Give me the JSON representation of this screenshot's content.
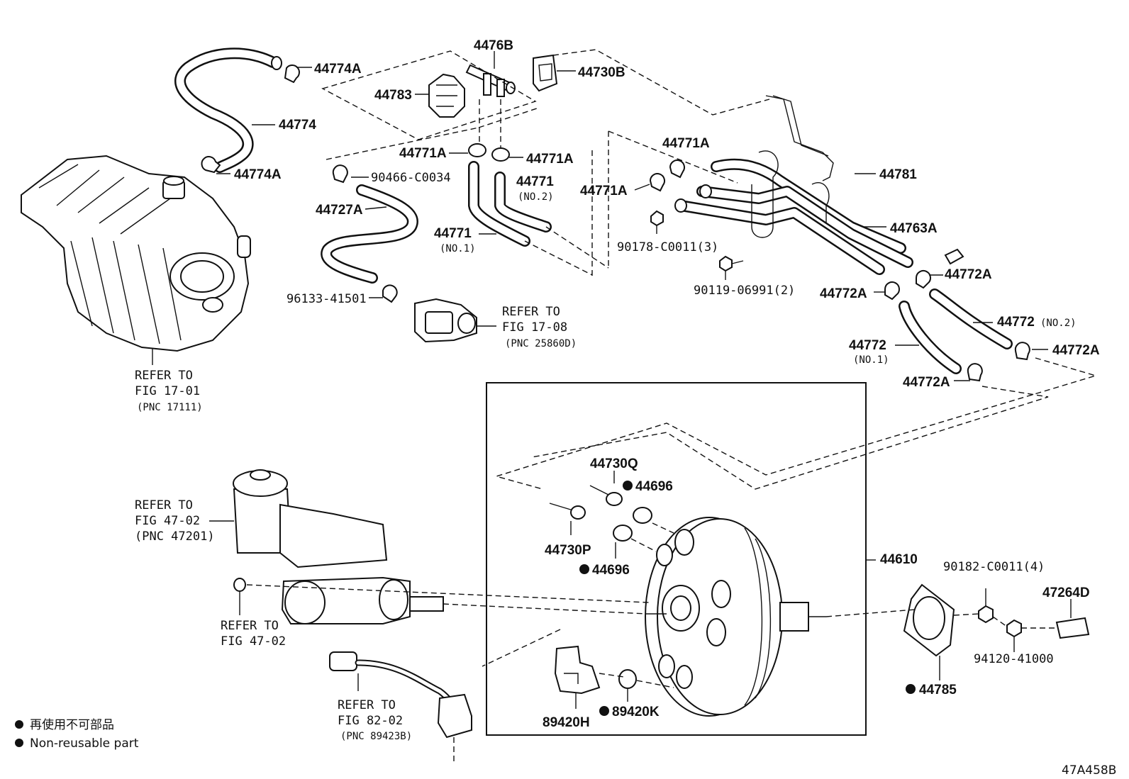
{
  "callouts": [
    {
      "id": "44774A-top",
      "text": "44774A"
    },
    {
      "id": "4476B",
      "text": "4476B"
    },
    {
      "id": "44730B",
      "text": "44730B"
    },
    {
      "id": "44783",
      "text": "44783"
    },
    {
      "id": "44774",
      "text": "44774"
    },
    {
      "id": "44774A-low",
      "text": "44774A"
    },
    {
      "id": "44771A-left",
      "text": "44771A"
    },
    {
      "id": "44771A-right",
      "text": "44771A"
    },
    {
      "id": "90466-C0034",
      "text": "90466-C0034"
    },
    {
      "id": "44727A",
      "text": "44727A"
    },
    {
      "id": "44771-no2",
      "text": "44771"
    },
    {
      "id": "no2-a",
      "text": "(NO.2)"
    },
    {
      "id": "44771-no1",
      "text": "44771"
    },
    {
      "id": "no1-a",
      "text": "(NO.1)"
    },
    {
      "id": "44771A-mid",
      "text": "44771A"
    },
    {
      "id": "44771A-mid2",
      "text": "44771A"
    },
    {
      "id": "90178",
      "text": "90178-C0011(3)"
    },
    {
      "id": "90119",
      "text": "90119-06991(2)"
    },
    {
      "id": "44781",
      "text": "44781"
    },
    {
      "id": "44763A",
      "text": "44763A"
    },
    {
      "id": "44772A-1",
      "text": "44772A"
    },
    {
      "id": "44772A-2",
      "text": "44772A"
    },
    {
      "id": "44772-no2",
      "text": "44772"
    },
    {
      "id": "no2-b",
      "text": "(NO.2)"
    },
    {
      "id": "44772-no1",
      "text": "44772"
    },
    {
      "id": "no1-b",
      "text": "(NO.1)"
    },
    {
      "id": "44772A-3",
      "text": "44772A"
    },
    {
      "id": "44772A-4",
      "text": "44772A"
    },
    {
      "id": "96133",
      "text": "96133-41501"
    },
    {
      "id": "44730Q",
      "text": "44730Q"
    },
    {
      "id": "44696-a",
      "text": "44696"
    },
    {
      "id": "44730P",
      "text": "44730P"
    },
    {
      "id": "44696-b",
      "text": "44696"
    },
    {
      "id": "44610",
      "text": "44610"
    },
    {
      "id": "90182",
      "text": "90182-C0011(4)"
    },
    {
      "id": "47264D",
      "text": "47264D"
    },
    {
      "id": "94120",
      "text": "94120-41000"
    },
    {
      "id": "44785",
      "text": "44785"
    },
    {
      "id": "89420H",
      "text": "89420H"
    },
    {
      "id": "89420K",
      "text": "89420K"
    }
  ],
  "references": [
    {
      "id": "ref-1708",
      "line1": "REFER TO",
      "line2": "FIG 17-08",
      "line3": "(PNC 25860D)"
    },
    {
      "id": "ref-1701",
      "line1": "REFER TO",
      "line2": "FIG 17-01",
      "line3": "(PNC 17111)"
    },
    {
      "id": "ref-4702a",
      "line1": "REFER TO",
      "line2": "FIG 47-02",
      "line3": "(PNC 47201)"
    },
    {
      "id": "ref-4702b",
      "line1": "REFER TO",
      "line2": "FIG 47-02",
      "line3": ""
    },
    {
      "id": "ref-8202",
      "line1": "REFER TO",
      "line2": "FIG 82-02",
      "line3": "(PNC 89423B)"
    }
  ],
  "legend": {
    "japanese": "再使用不可部品",
    "english": "Non-reusable part"
  },
  "figure_id": "47A458B"
}
